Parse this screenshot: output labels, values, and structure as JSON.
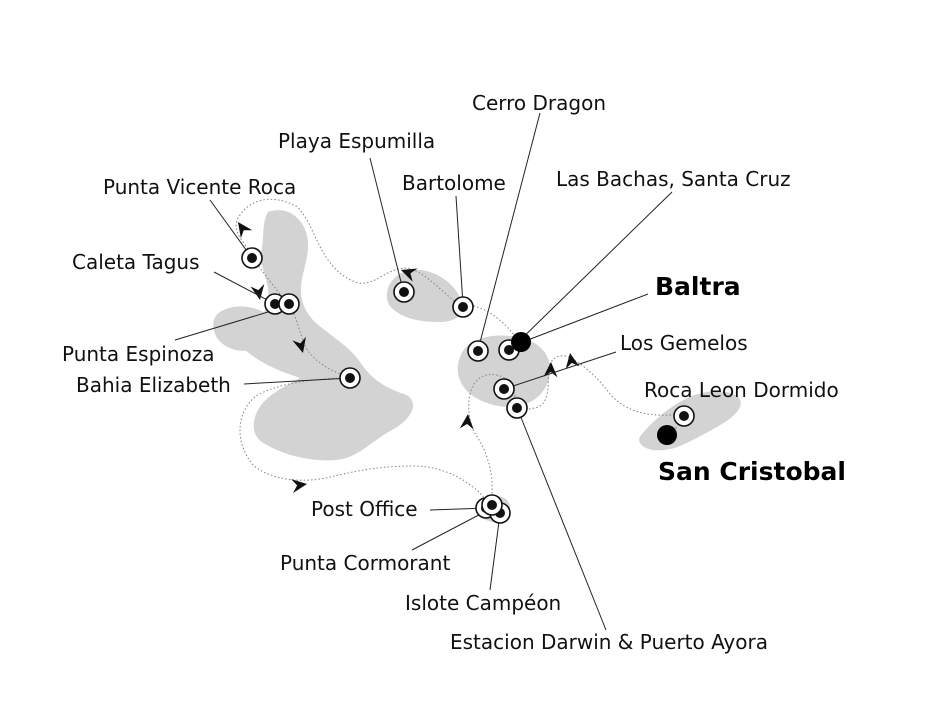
{
  "map": {
    "ports": [
      {
        "id": "baltra",
        "label": "Baltra"
      },
      {
        "id": "san-cristobal",
        "label": "San Cristobal"
      }
    ],
    "stops": [
      {
        "id": "cerro-dragon",
        "label": "Cerro Dragon"
      },
      {
        "id": "playa-espumilla",
        "label": "Playa Espumilla"
      },
      {
        "id": "bartolome",
        "label": "Bartolome"
      },
      {
        "id": "las-bachas",
        "label": "Las Bachas, Santa Cruz"
      },
      {
        "id": "punta-vicente-roca",
        "label": "Punta Vicente Roca"
      },
      {
        "id": "caleta-tagus",
        "label": "Caleta Tagus"
      },
      {
        "id": "punta-espinoza",
        "label": "Punta Espinoza"
      },
      {
        "id": "bahia-elizabeth",
        "label": "Bahia Elizabeth"
      },
      {
        "id": "los-gemelos",
        "label": "Los Gemelos"
      },
      {
        "id": "roca-leon-dormido",
        "label": "Roca Leon Dormido"
      },
      {
        "id": "post-office",
        "label": "Post Office"
      },
      {
        "id": "punta-cormorant",
        "label": "Punta Cormorant"
      },
      {
        "id": "islote-campeon",
        "label": "Islote Campéon"
      },
      {
        "id": "estacion-darwin",
        "label": "Estacion Darwin & Puerto Ayora"
      }
    ]
  }
}
